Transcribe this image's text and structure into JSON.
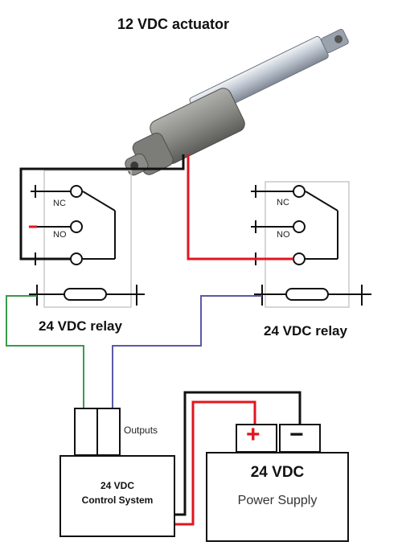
{
  "diagram": {
    "title": "12 VDC actuator",
    "relay_left": {
      "title": "24 VDC relay",
      "contacts": [
        "NC",
        "NO"
      ]
    },
    "relay_right": {
      "title": "24 VDC relay",
      "contacts": [
        "NC",
        "NO"
      ]
    },
    "control_system": {
      "line1": "24 VDC",
      "line2": "Control System",
      "outputs_label": "Outputs"
    },
    "power_supply": {
      "voltage": "24 VDC",
      "name": "Power Supply",
      "plus": "+",
      "minus": "−"
    },
    "colors": {
      "black_wire": "#111111",
      "red_wire": "#e3141e",
      "green_wire": "#3a9a4a",
      "blue_wire": "#5a5aa8",
      "relay_frame": "#c8c8c8"
    }
  }
}
